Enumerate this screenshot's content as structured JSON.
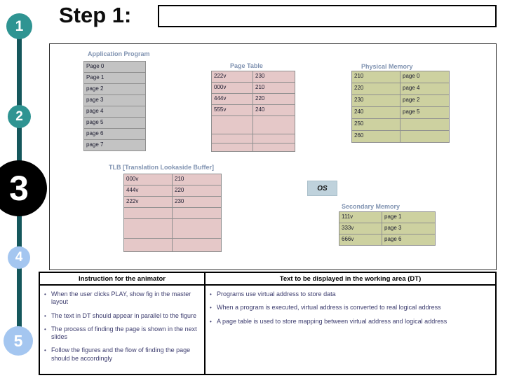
{
  "header": {
    "title": "Step 1:",
    "title_box_value": ""
  },
  "timeline": {
    "steps": [
      {
        "label": "1",
        "color": "teal"
      },
      {
        "label": "2",
        "color": "teal"
      },
      {
        "label": "3",
        "color": "black"
      },
      {
        "label": "4",
        "color": "light_blue"
      },
      {
        "label": "5",
        "color": "light_blue"
      }
    ]
  },
  "diagram": {
    "application_program": {
      "title": "Application Program",
      "rows": [
        "Page 0",
        "Page 1",
        "page 2",
        "page 3",
        "page 4",
        "page 5",
        "page 6",
        "page 7"
      ]
    },
    "page_table": {
      "title": "Page Table",
      "rows": [
        [
          "222v",
          "230"
        ],
        [
          "000v",
          "210"
        ],
        [
          "444v",
          "220"
        ],
        [
          "555v",
          "240"
        ]
      ]
    },
    "physical_memory": {
      "title": "Physical Memory",
      "rows": [
        [
          "210",
          "page 0"
        ],
        [
          "220",
          "page 4"
        ],
        [
          "230",
          "page 2"
        ],
        [
          "240",
          "page 5"
        ],
        [
          "250",
          ""
        ],
        [
          "260",
          ""
        ]
      ]
    },
    "tlb": {
      "title": "TLB [Translation Lookaside Buffer]",
      "rows": [
        [
          "000v",
          "210"
        ],
        [
          "444v",
          "220"
        ],
        [
          "222v",
          "230"
        ]
      ]
    },
    "os_box": {
      "label": "OS"
    },
    "secondary_memory": {
      "title": "Secondary Memory",
      "rows": [
        [
          "111v",
          "page 1"
        ],
        [
          "333v",
          "page 3"
        ],
        [
          "666v",
          "page 6"
        ]
      ]
    }
  },
  "storyboard": {
    "columns": [
      "Instruction for the animator",
      "Text to be displayed in the working area (DT)"
    ],
    "animator_instructions": [
      "When the user clicks PLAY, show fig in the master layout",
      "The text in DT should appear in parallel to the figure",
      "The process of finding the page is shown in the next slides",
      "Follow the figures and the flow of finding the page should be accordingly"
    ],
    "display_text": [
      "Programs use virtual address to store data",
      "When a program is executed, virtual address is converted to real logical address",
      "A page table is used to store mapping between virtual address and logical address"
    ]
  },
  "colors": {
    "teal": "#2f9492",
    "dark_teal": "#15575c",
    "black": "#000000",
    "light_blue": "#a4c6f0",
    "label_blue": "#8093b1",
    "table_grey": "#c3c3c3",
    "table_pink": "#e5c8c8",
    "table_green": "#cdd1a0",
    "os_blue": "#bfd2dc",
    "tbl_border": "#8f8f8f",
    "cell_text": "#1c1c30",
    "bullet_text": "#3c3c6e"
  }
}
